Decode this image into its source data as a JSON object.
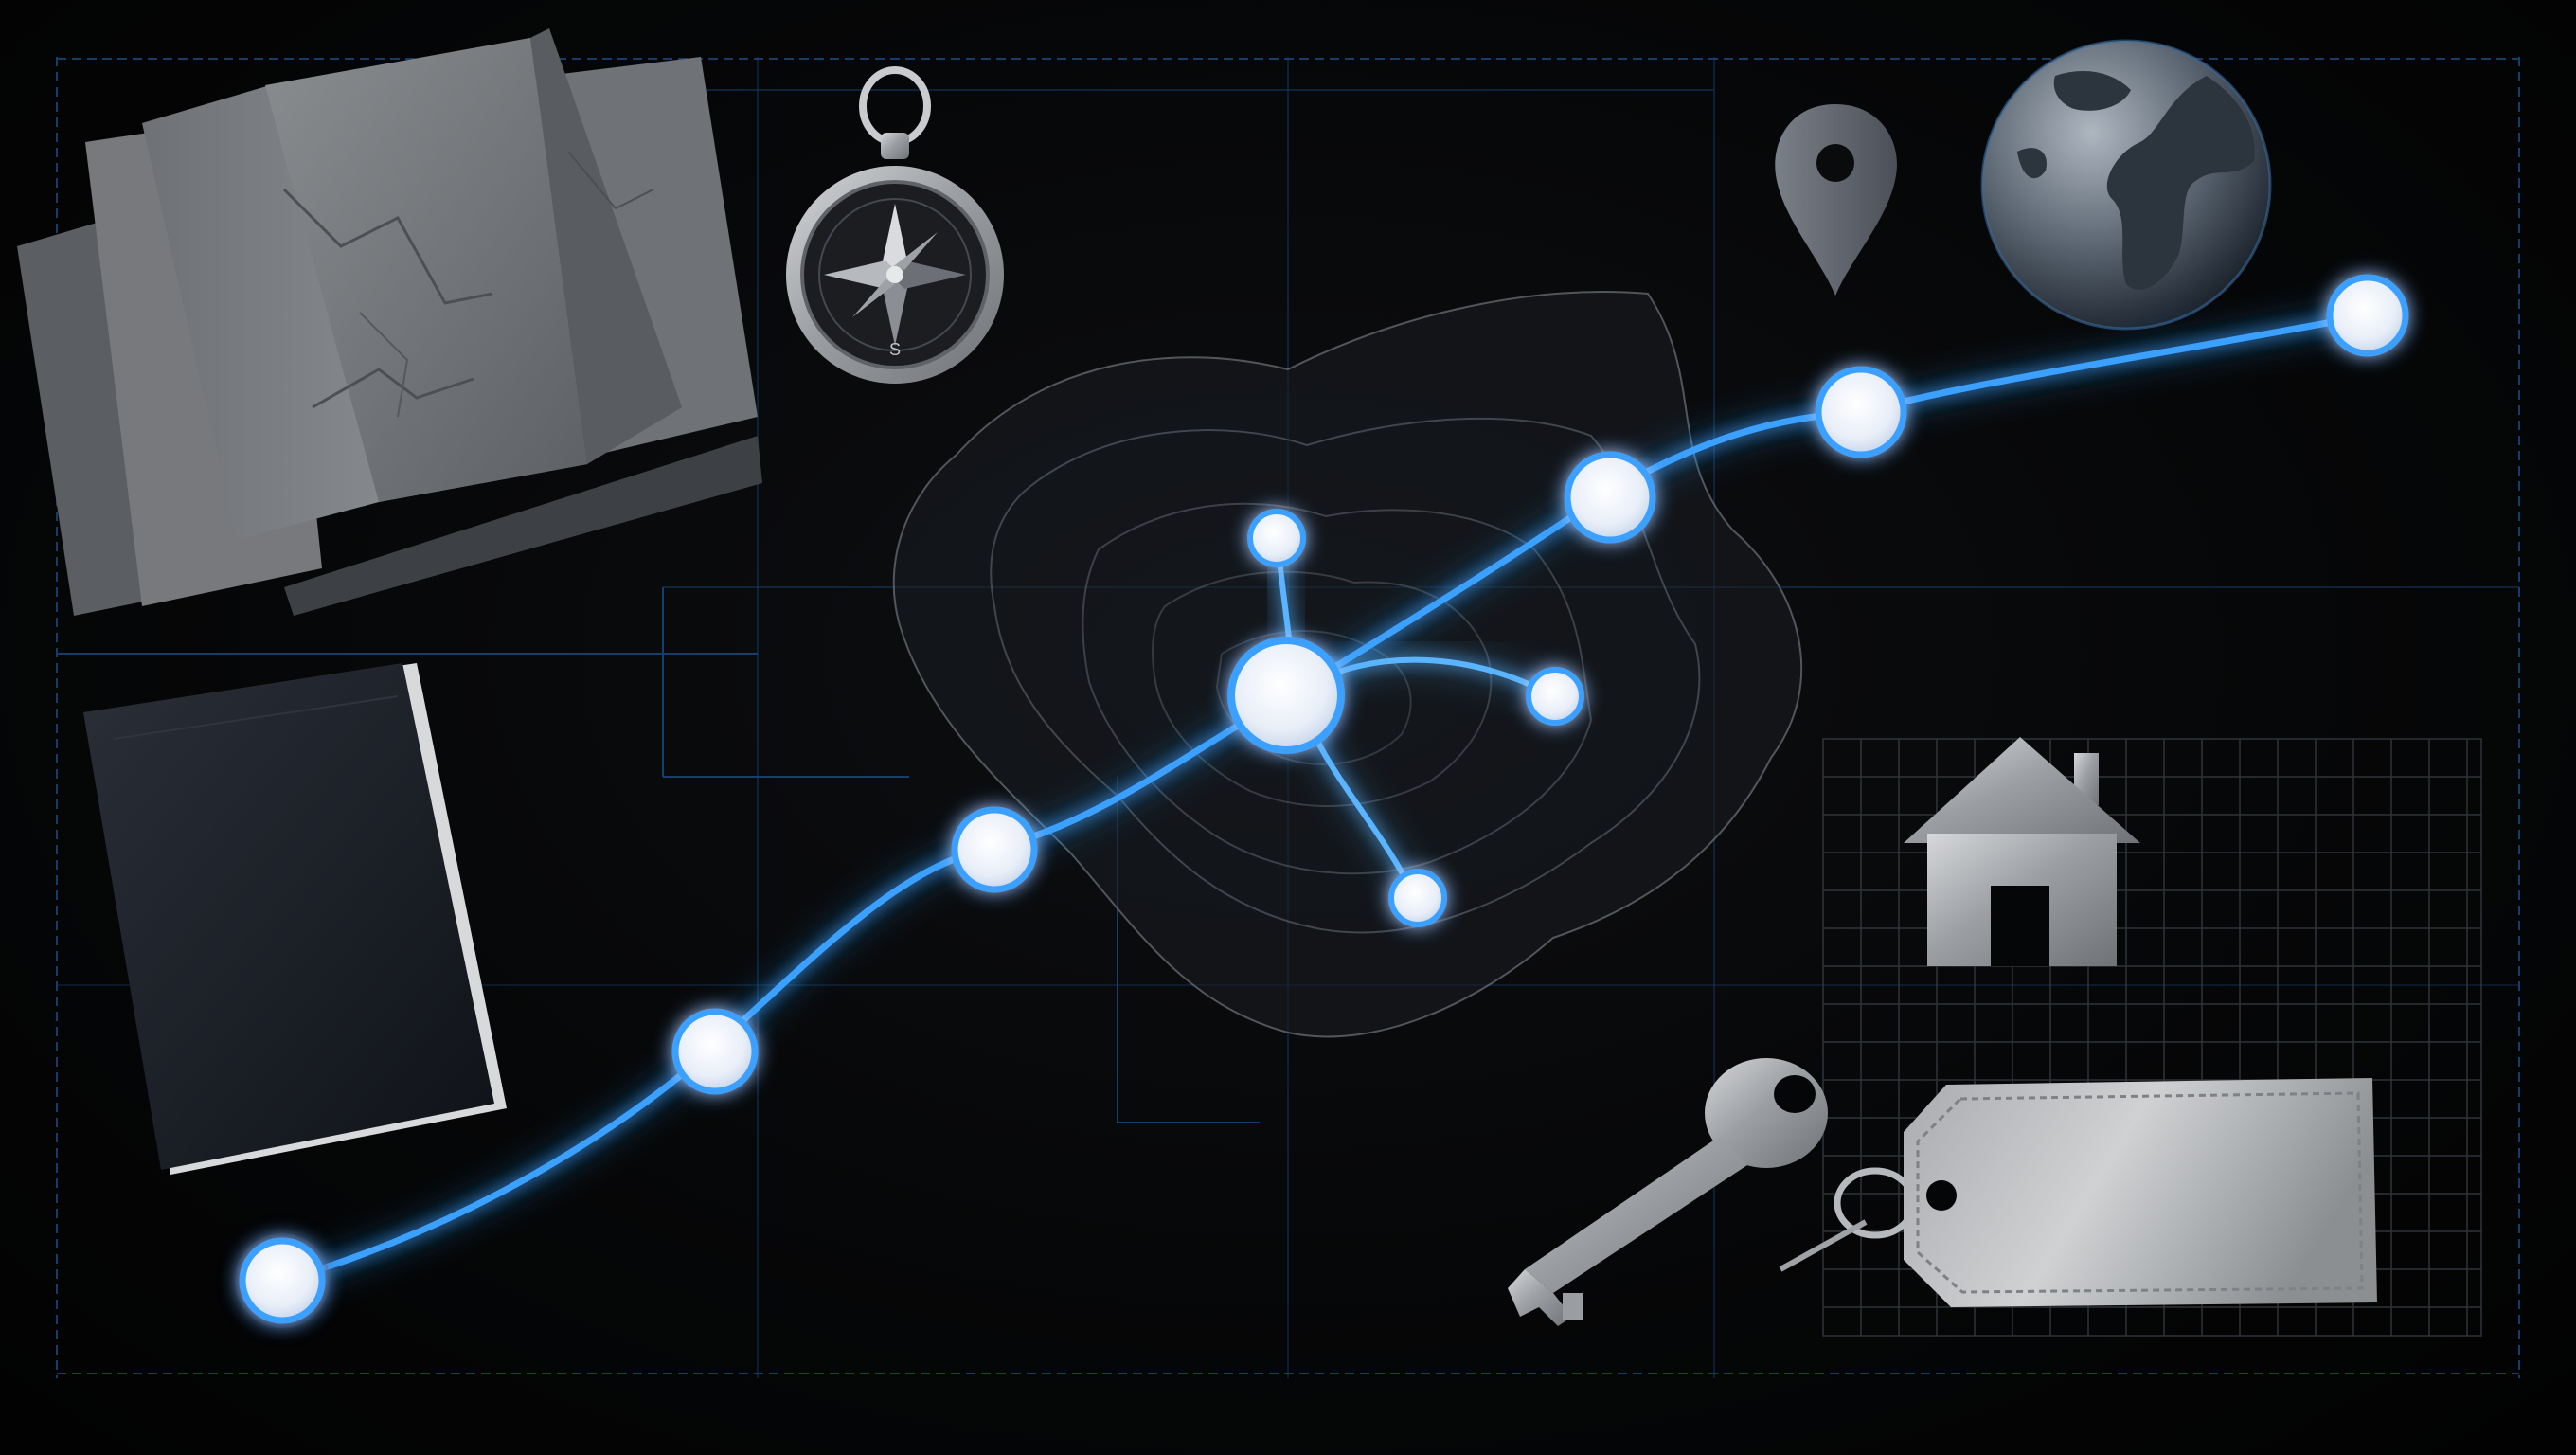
{
  "scene": {
    "background": "#040506",
    "accent": "#3aa0ff",
    "node_fill": "#eef3fb",
    "grid_color": "#1d4f8c",
    "metal_color": "#a9acb0"
  },
  "objects": [
    {
      "name": "folded-map",
      "icon": "map-icon"
    },
    {
      "name": "compass",
      "icon": "compass-icon",
      "label": "S"
    },
    {
      "name": "location-pin",
      "icon": "map-pin-icon"
    },
    {
      "name": "globe",
      "icon": "globe-icon"
    },
    {
      "name": "passport",
      "icon": "passport-icon"
    },
    {
      "name": "house",
      "icon": "house-icon"
    },
    {
      "name": "key",
      "icon": "key-icon"
    },
    {
      "name": "key-tag",
      "icon": "tag-icon"
    }
  ],
  "timeline": {
    "node_count": 7,
    "branch_count": 3
  }
}
